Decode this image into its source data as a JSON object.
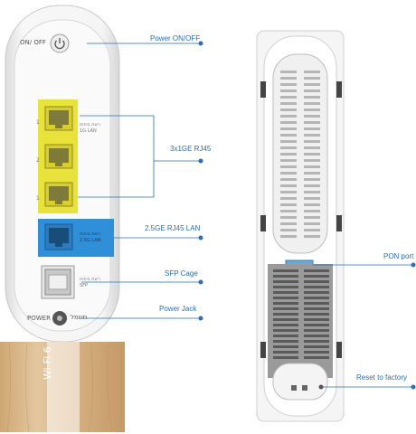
{
  "device_labels": {
    "on_off": "ON/ OFF",
    "power": "POWER",
    "power_hebrew": "חשמל",
    "wifi": "Wi-Fi 6",
    "port_1_top": "1",
    "port_2": "2",
    "port_1_bottom": "1",
    "lan_1g_hebrew": "רשת ביתית",
    "lan_1g": "1G LAN",
    "lan_25g_hebrew": "רשת ביתית",
    "lan_25g": "2.5G LAN",
    "sfp_hebrew": "רשת ביתית",
    "sfp": "SFP"
  },
  "callouts": {
    "power_onoff": "Power ON/OFF",
    "rj45_3x1ge": "3x1GE RJ45",
    "rj45_25ge": "2.5GE RJ45 LAN",
    "sfp_cage": "SFP Cage",
    "power_jack": "Power Jack",
    "pon_port": "PON port",
    "reset": "Reset to factory"
  },
  "colors": {
    "callout_blue": "#2a6fb8",
    "lan_yellow": "#e8e23a",
    "lan_blue": "#2f8fd8",
    "wood": "#d9b88a",
    "body": "#f2f2f2"
  }
}
